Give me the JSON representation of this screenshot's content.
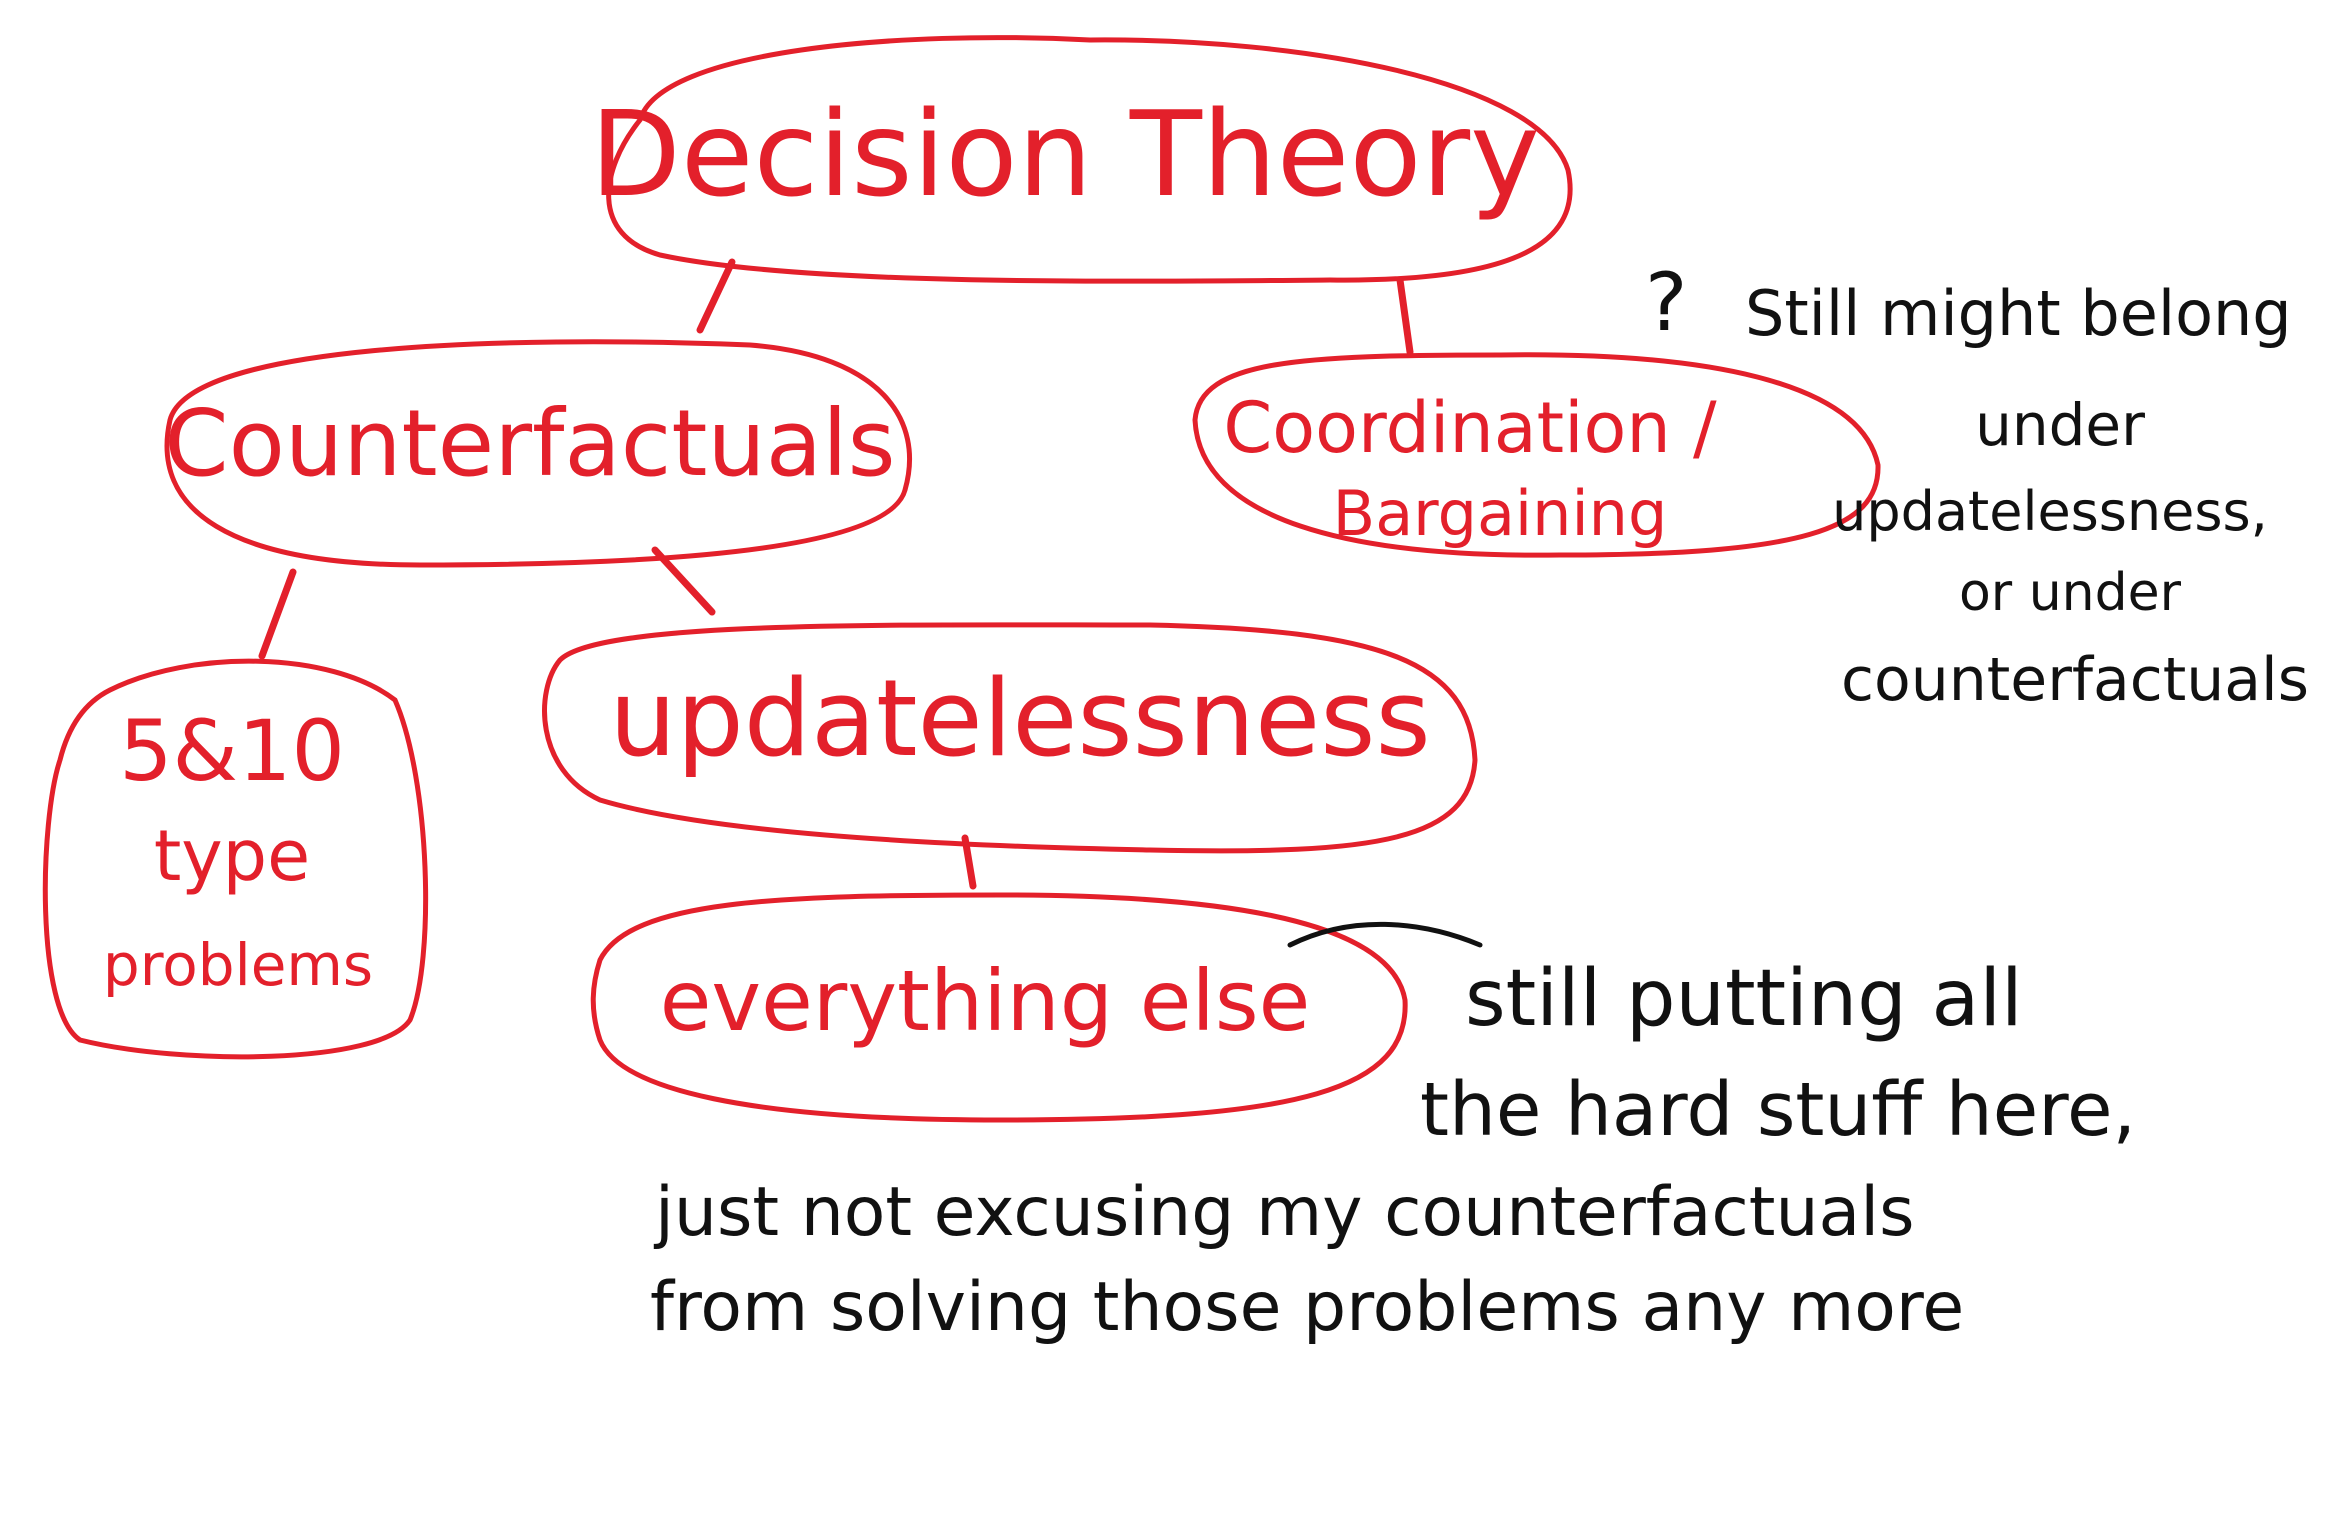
{
  "colors": {
    "node": "#e3202b",
    "annotation": "#111111",
    "background": "#ffffff"
  },
  "nodes": {
    "root": "Decision Theory",
    "counterfactuals": "Counterfactuals",
    "coordination_line1": "Coordination /",
    "coordination_line2": "Bargaining",
    "five_ten_line1": "5&10",
    "five_ten_line2": "type",
    "five_ten_line3": "problems",
    "updatelessness": "updatelessness",
    "everything_else": "everything else"
  },
  "annotations": {
    "question_mark": "?",
    "side_note": [
      "Still might belong",
      "under",
      "updatelessness,",
      "or under",
      "counterfactuals"
    ],
    "bottom_note": [
      "still putting all",
      "the hard stuff here,",
      "just not excusing my counterfactuals",
      "from solving those problems any more"
    ]
  }
}
